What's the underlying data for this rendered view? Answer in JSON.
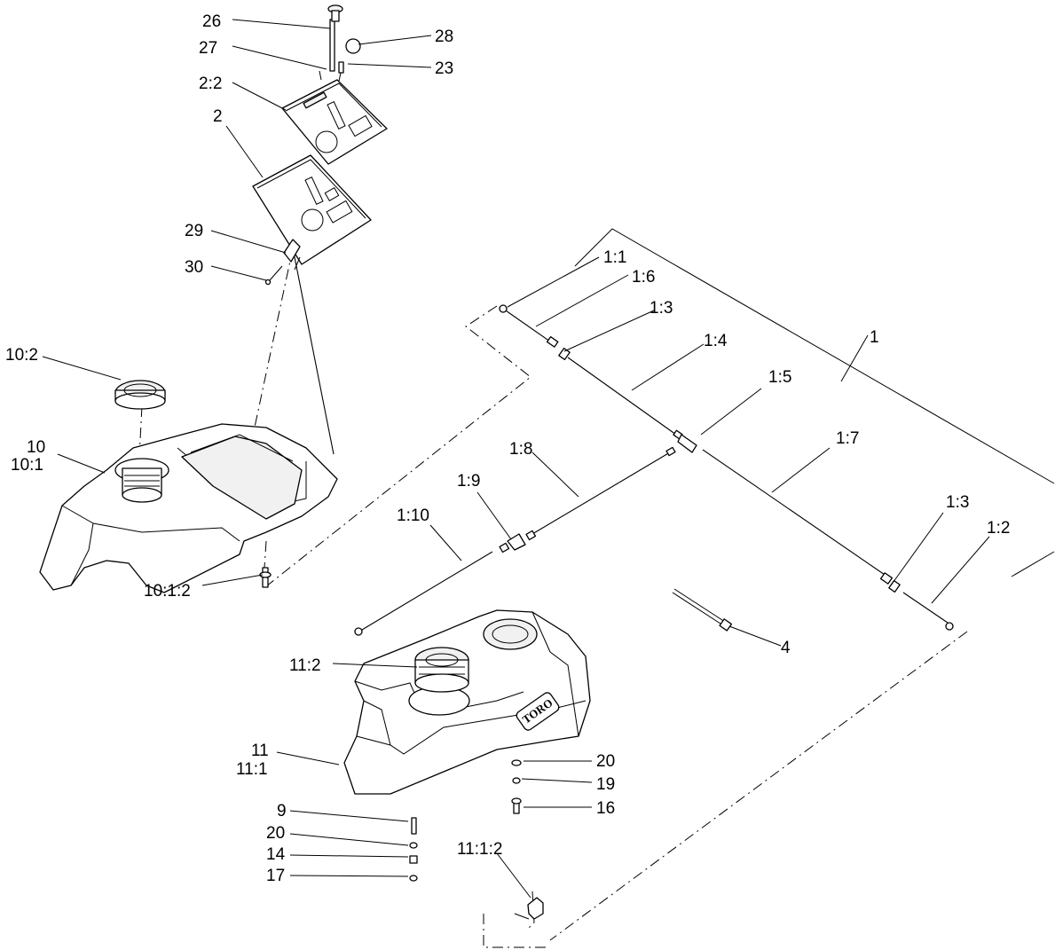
{
  "callouts": {
    "c26": "26",
    "c27": "27",
    "c28": "28",
    "c23": "23",
    "c2_2": "2:2",
    "c2": "2",
    "c29": "29",
    "c30": "30",
    "c10_2": "10:2",
    "c10": "10",
    "c10_1": "10:1",
    "c10_1_2": "10:1:2",
    "c1_1": "1:1",
    "c1_6": "1:6",
    "c1_3a": "1:3",
    "c1_4": "1:4",
    "c1": "1",
    "c1_5": "1:5",
    "c1_8": "1:8",
    "c1_7": "1:7",
    "c1_9": "1:9",
    "c1_10": "1:10",
    "c1_3b": "1:3",
    "c1_2": "1:2",
    "c4": "4",
    "c11_2": "11:2",
    "c11": "11",
    "c11_1": "11:1",
    "c20a": "20",
    "c19": "19",
    "c16": "16",
    "c9": "9",
    "c20b": "20",
    "c14": "14",
    "c17": "17",
    "c11_1_2": "11:1:2"
  },
  "brand_mark": "TORO"
}
